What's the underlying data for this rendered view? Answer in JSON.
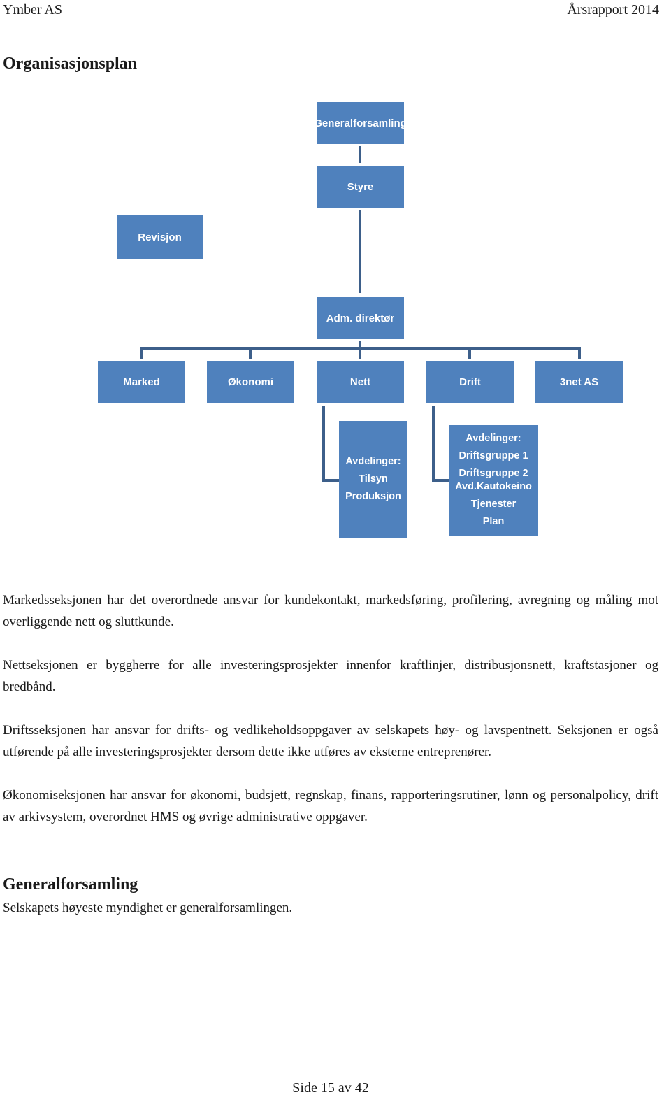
{
  "header": {
    "left": "Ymber AS",
    "right": "Årsrapport 2014"
  },
  "section1": {
    "title": "Organisasjonsplan"
  },
  "org_chart": {
    "generalforsamling": "Generalforsamling",
    "styre": "Styre",
    "revisjon": "Revisjon",
    "adm_direktor": "Adm. direktør",
    "departments": [
      "Marked",
      "Økonomi",
      "Nett",
      "Drift",
      "3net AS"
    ],
    "nett_units": [
      "Avdelinger:",
      "Tilsyn",
      "Produksjon"
    ],
    "drift_units": [
      "Avdelinger:",
      "Driftsgruppe 1",
      "Driftsgruppe 2",
      "Avd.Kautokeino",
      "Tjenester",
      "Plan"
    ]
  },
  "paragraphs": [
    "Markedsseksjonen har det overordnede ansvar for kundekontakt, markedsføring, profilering, avregning og måling mot overliggende nett og sluttkunde.",
    "Nettseksjonen er byggherre for alle investeringsprosjekter innenfor kraftlinjer, distribusjonsnett, kraftstasjoner og bredbånd.",
    "Driftsseksjonen har ansvar for drifts- og vedlikeholdsoppgaver av selskapets høy- og lavspentnett. Seksjonen er også utførende på alle investeringsprosjekter dersom dette ikke utføres av eksterne entreprenører.",
    "Økonomiseksjonen har ansvar for økonomi, budsjett, regnskap, finans, rapporteringsrutiner, lønn og personalpolicy, drift av arkivsystem, overordnet HMS og øvrige administrative oppgaver."
  ],
  "section2": {
    "title": "Generalforsamling",
    "text": "Selskapets høyeste myndighet er generalforsamlingen."
  },
  "footer": {
    "page": "Side 15 av 42"
  }
}
